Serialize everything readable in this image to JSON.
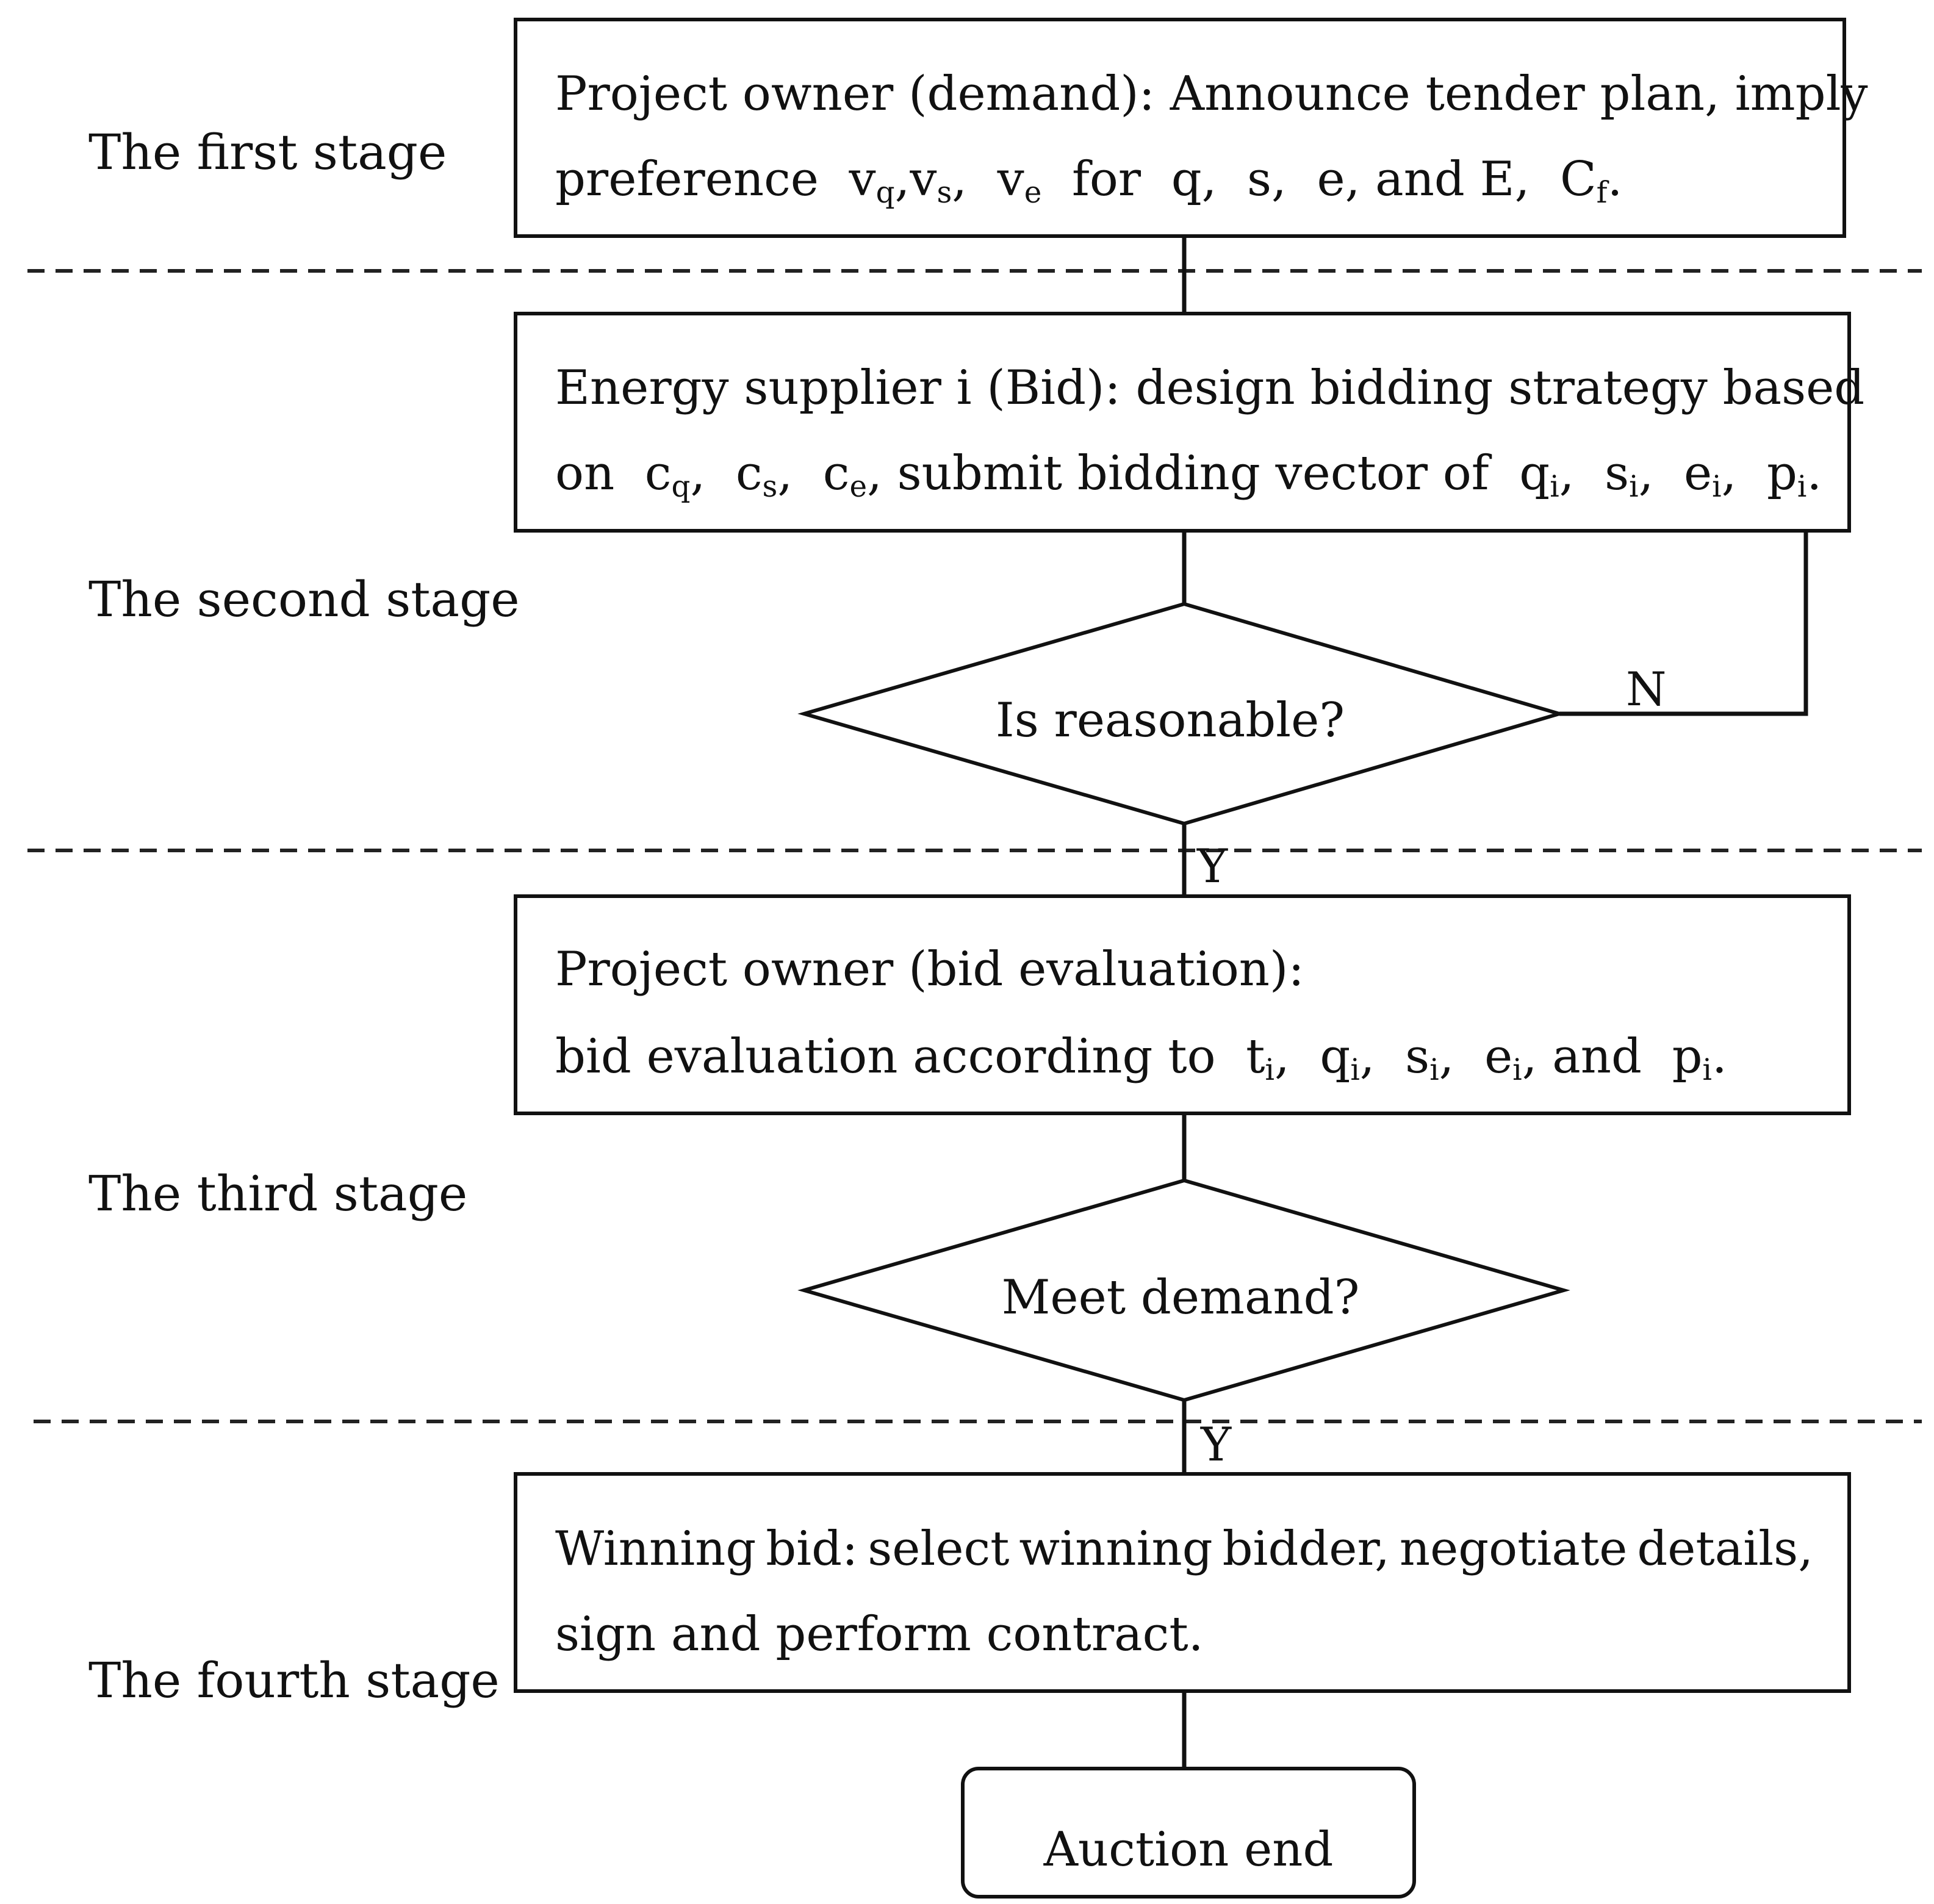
{
  "stages": {
    "first": "The first stage",
    "second": "The second stage",
    "third": "The third stage",
    "fourth": "The fourth stage"
  },
  "box1": {
    "line1": "Project owner (demand): Announce tender plan, imply",
    "pre": "preference",
    "v": "v",
    "q": "q",
    "s": "s",
    "e": "e",
    "comma": ",",
    "for": "for",
    "and_E": "e, and E,",
    "C": "C",
    "f": "f",
    "period": "."
  },
  "box2": {
    "line1": "Energy supplier  i  (Bid): design bidding strategy based",
    "on": "on",
    "c": "c",
    "mid": ", submit bidding vector of",
    "i": "i",
    "p": "p"
  },
  "diamond1": {
    "label": "Is reasonable?",
    "no": "N",
    "yes": "Y"
  },
  "box3": {
    "line1": "Project owner (bid evaluation):",
    "pre": "bid evaluation according to",
    "t": "t",
    "and": ", and",
    "period": "."
  },
  "diamond2": {
    "label": "Meet demand?",
    "yes": "Y"
  },
  "box4": {
    "line1_words": [
      "Winning",
      "bid:",
      "select",
      "winning",
      "bidder,",
      "negotiate",
      "details,"
    ],
    "line2": "sign and perform contract."
  },
  "end": {
    "label": "Auction end"
  }
}
